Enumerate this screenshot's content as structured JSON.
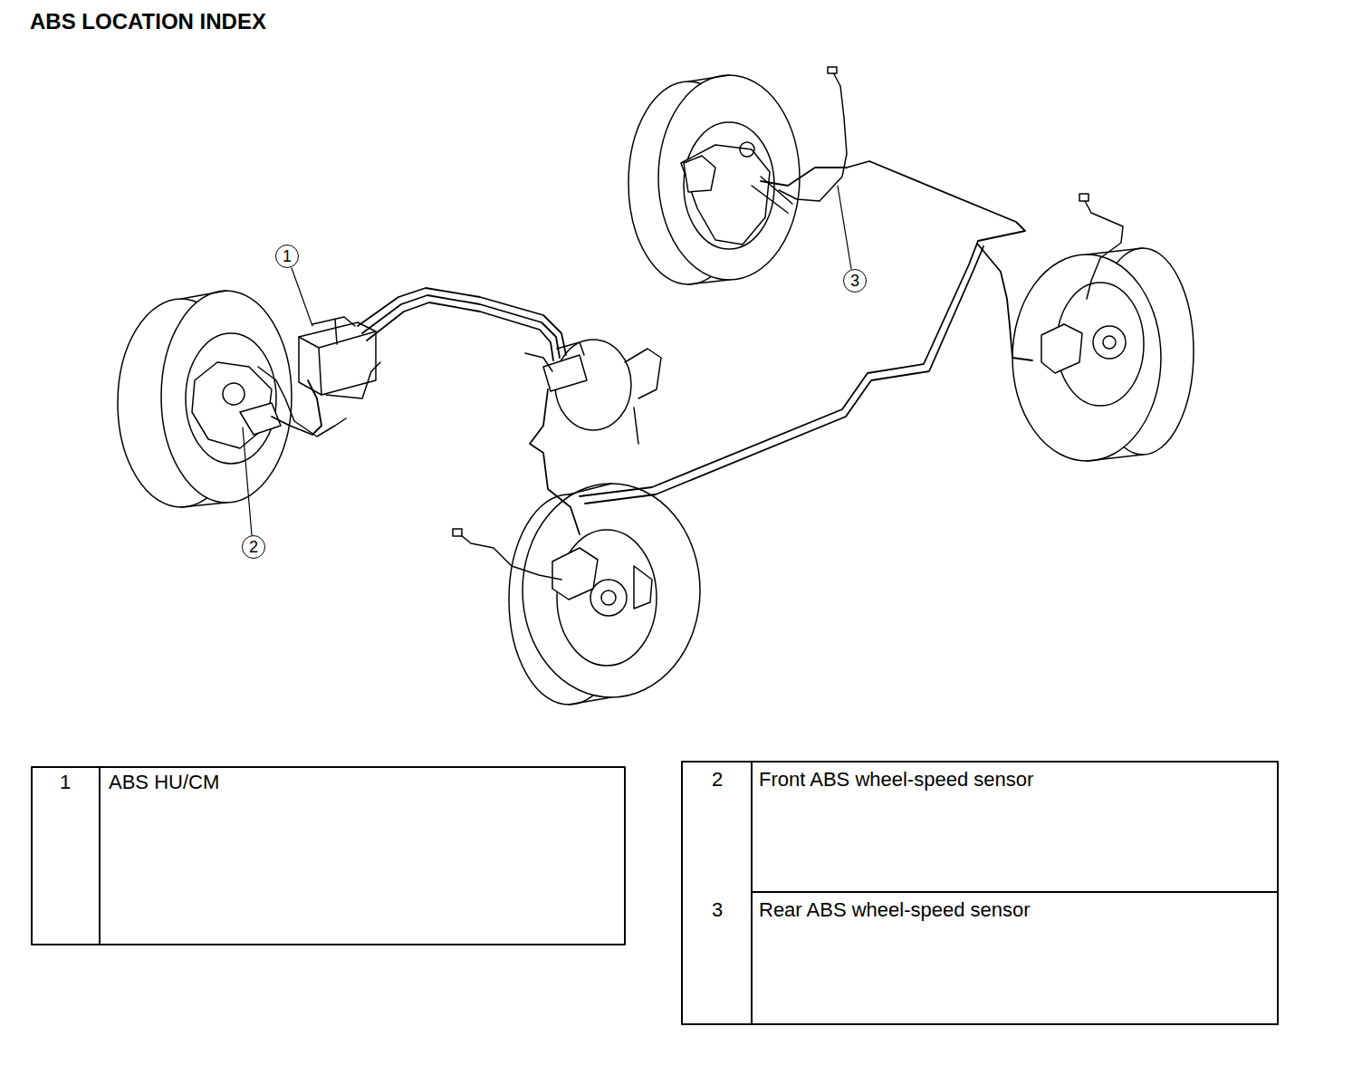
{
  "diagram": {
    "title": "ABS LOCATION INDEX",
    "nodes": [
      {
        "text": [
          "1"
        ]
      },
      {
        "text": [
          "2"
        ]
      },
      {
        "text": [
          "3"
        ]
      }
    ],
    "labels": [
      "1",
      "ABS HU/CM",
      "2",
      "Front ABS wheel-speed sensor",
      "3",
      "Rear ABS wheel-speed sensor"
    ]
  }
}
